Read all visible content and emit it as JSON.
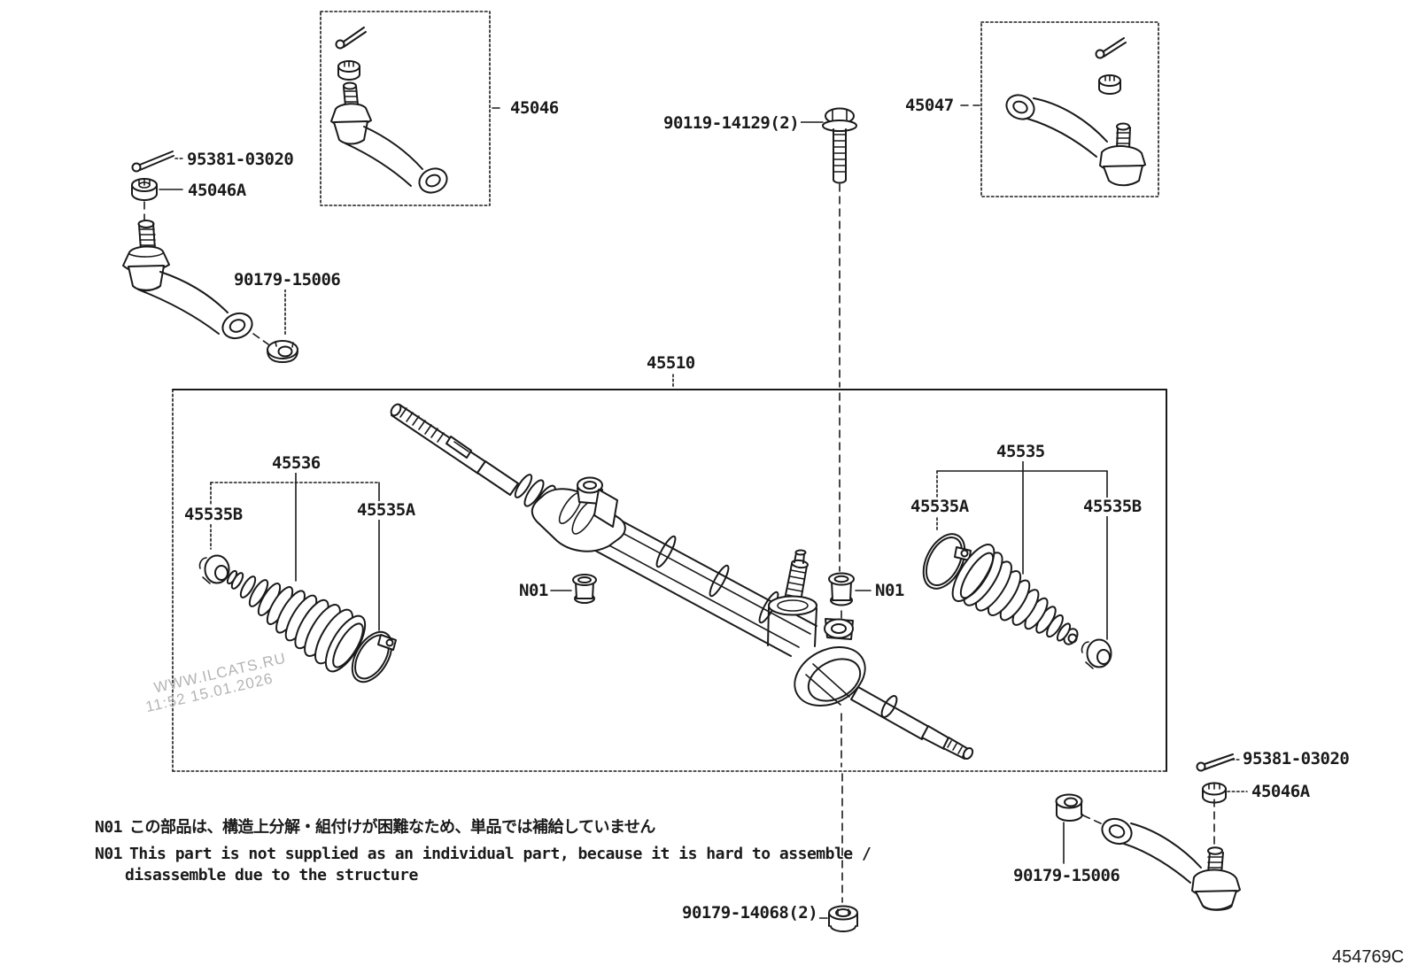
{
  "colors": {
    "line": "#1a1a1a",
    "watermark": "#b4b4b4",
    "background": "#ffffff"
  },
  "labels": {
    "cotter_pin_top_left": "95381-03020",
    "castle_nut_top_left": "45046A",
    "lock_nut_top_left": "90179-15006",
    "tie_rod_end_left": "45046",
    "pinion_bolt": "90119-14129(2)",
    "tie_rod_end_right": "45047",
    "steering_gear_assembly": "45510",
    "boot_kit_left": "45536",
    "clamp_b_left": "45535B",
    "clamp_a_left": "45535A",
    "n01_left": "N01",
    "n01_right": "N01",
    "boot_right": "45535",
    "clamp_a_right": "45535A",
    "clamp_b_right": "45535B",
    "cotter_pin_bottom_right": "95381-03020",
    "castle_nut_bottom_right": "45046A",
    "lock_nut_bottom_right": "90179-15006",
    "rack_housing_nut_bottom": "90179-14068(2)"
  },
  "notes": {
    "tag": "N01",
    "jp": "この部品は、構造上分解・組付けが困難なため、単品では補給していません",
    "en_line1": "This part is not supplied as an individual part, because it is hard to assemble /",
    "en_line2": "disassemble due to the structure"
  },
  "watermark": {
    "line1": "WWW.ILCATS.RU",
    "line2": "11:52 15.01.2026"
  },
  "doc_number": "454769C"
}
